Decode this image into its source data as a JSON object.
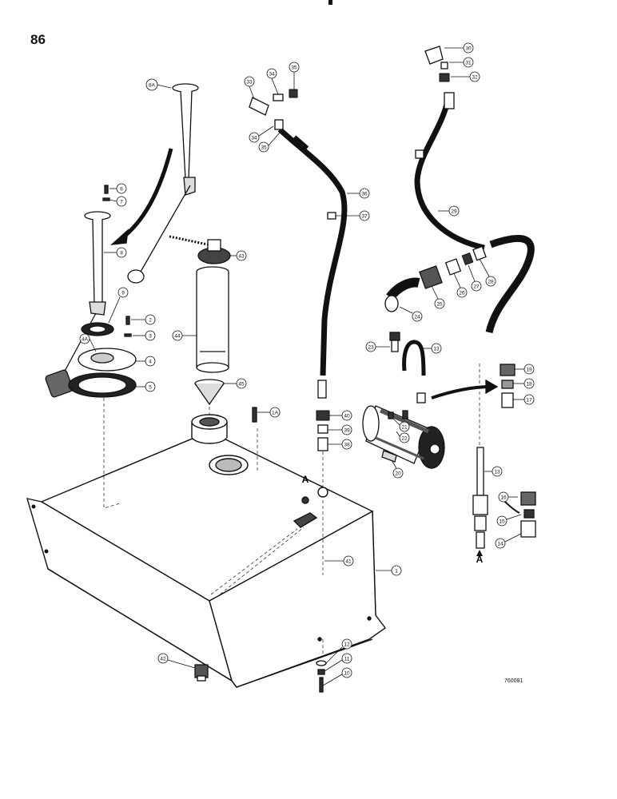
{
  "page": {
    "number": "86",
    "drawing_id": "760081"
  },
  "callouts": [
    "8A",
    "6",
    "7",
    "8",
    "9",
    "2",
    "3",
    "4A",
    "4",
    "5",
    "33",
    "34",
    "35",
    "34",
    "35",
    "36",
    "37",
    "43",
    "44",
    "45",
    "1A",
    "40",
    "39",
    "38",
    "30",
    "31",
    "32",
    "29",
    "28",
    "27",
    "26",
    "25",
    "24",
    "23",
    "13",
    "19",
    "18",
    "17",
    "21",
    "22",
    "20",
    "13",
    "16",
    "15",
    "14",
    "41",
    "1",
    "42",
    "12",
    "11",
    "10"
  ],
  "reference_letters": [
    "A",
    "A"
  ]
}
